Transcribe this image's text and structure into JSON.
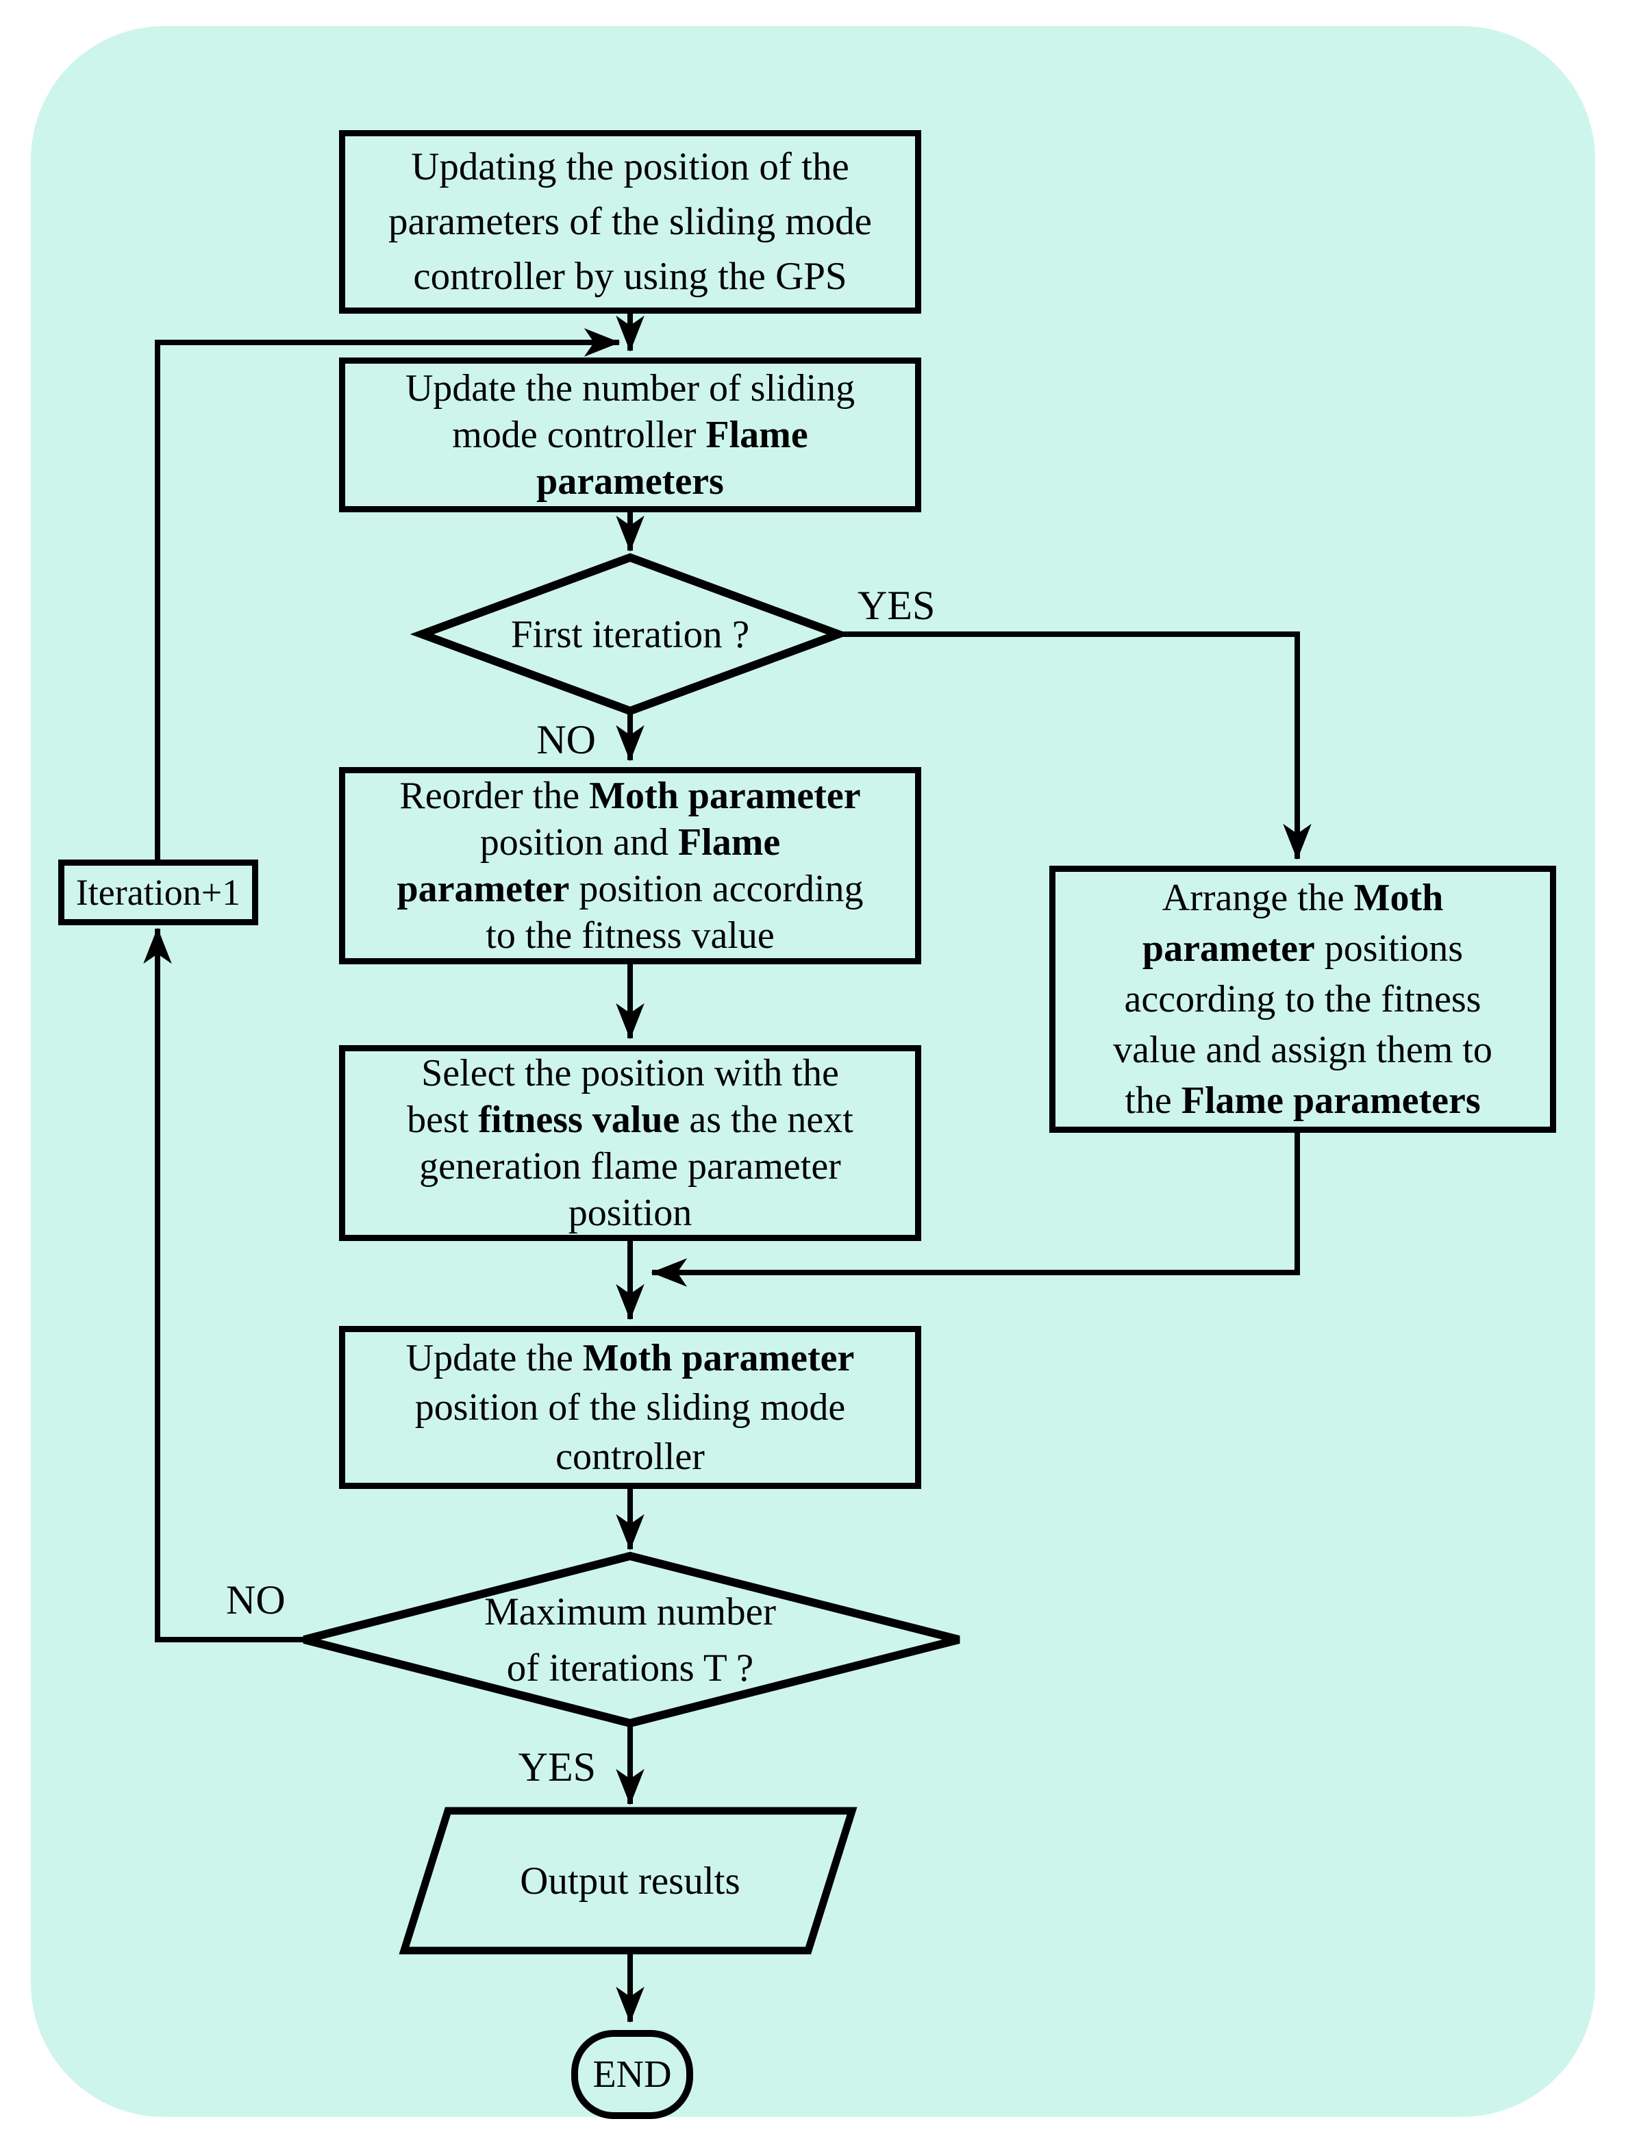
{
  "colors": {
    "panel": "#cef5ec",
    "line": "#000000",
    "page": "#ffffff"
  },
  "flowchart": {
    "box_gps": {
      "lines": [
        [
          {
            "t": "Updating the position of the",
            "b": false
          }
        ],
        [
          {
            "t": "parameters of the sliding mode",
            "b": false
          }
        ],
        [
          {
            "t": "controller by using the GPS",
            "b": false
          }
        ]
      ]
    },
    "box_update_flame": {
      "lines": [
        [
          {
            "t": "Update the number of sliding",
            "b": false
          }
        ],
        [
          {
            "t": "mode controller ",
            "b": false
          },
          {
            "t": "Flame",
            "b": true
          }
        ],
        [
          {
            "t": "parameters",
            "b": true
          }
        ]
      ]
    },
    "diamond_first_iteration": {
      "lines": [
        [
          {
            "t": "First iteration ?",
            "b": false
          }
        ]
      ]
    },
    "box_reorder": {
      "lines": [
        [
          {
            "t": "Reorder the ",
            "b": false
          },
          {
            "t": "Moth parameter",
            "b": true
          }
        ],
        [
          {
            "t": "position and ",
            "b": false
          },
          {
            "t": "Flame",
            "b": true
          }
        ],
        [
          {
            "t": "parameter",
            "b": true
          },
          {
            "t": " position according",
            "b": false
          }
        ],
        [
          {
            "t": "to the fitness value",
            "b": false
          }
        ]
      ]
    },
    "box_select": {
      "lines": [
        [
          {
            "t": "Select the position with the",
            "b": false
          }
        ],
        [
          {
            "t": "best ",
            "b": false
          },
          {
            "t": "fitness value",
            "b": true
          },
          {
            "t": " as the next",
            "b": false
          }
        ],
        [
          {
            "t": "generation flame parameter",
            "b": false
          }
        ],
        [
          {
            "t": "position",
            "b": false
          }
        ]
      ]
    },
    "box_arrange": {
      "lines": [
        [
          {
            "t": "Arrange the ",
            "b": false
          },
          {
            "t": "Moth",
            "b": true
          }
        ],
        [
          {
            "t": "parameter",
            "b": true
          },
          {
            "t": " positions",
            "b": false
          }
        ],
        [
          {
            "t": "according to the fitness",
            "b": false
          }
        ],
        [
          {
            "t": "value and assign them to",
            "b": false
          }
        ],
        [
          {
            "t": "the ",
            "b": false
          },
          {
            "t": "Flame parameters",
            "b": true
          }
        ]
      ]
    },
    "box_update_moth": {
      "lines": [
        [
          {
            "t": "Update the ",
            "b": false
          },
          {
            "t": "Moth parameter",
            "b": true
          }
        ],
        [
          {
            "t": "position of the sliding mode",
            "b": false
          }
        ],
        [
          {
            "t": "controller",
            "b": false
          }
        ]
      ]
    },
    "diamond_max_iterations": {
      "lines": [
        [
          {
            "t": "Maximum number",
            "b": false
          }
        ],
        [
          {
            "t": "of iterations T ?",
            "b": false
          }
        ]
      ]
    },
    "box_iteration": {
      "label": "Iteration+1"
    },
    "parallelogram_output": {
      "lines": [
        [
          {
            "t": "Output results",
            "b": false
          }
        ]
      ]
    },
    "terminal_end": {
      "label": "END"
    },
    "labels": {
      "first_yes": "YES",
      "first_no": "NO",
      "max_no": "NO",
      "max_yes": "YES"
    }
  }
}
